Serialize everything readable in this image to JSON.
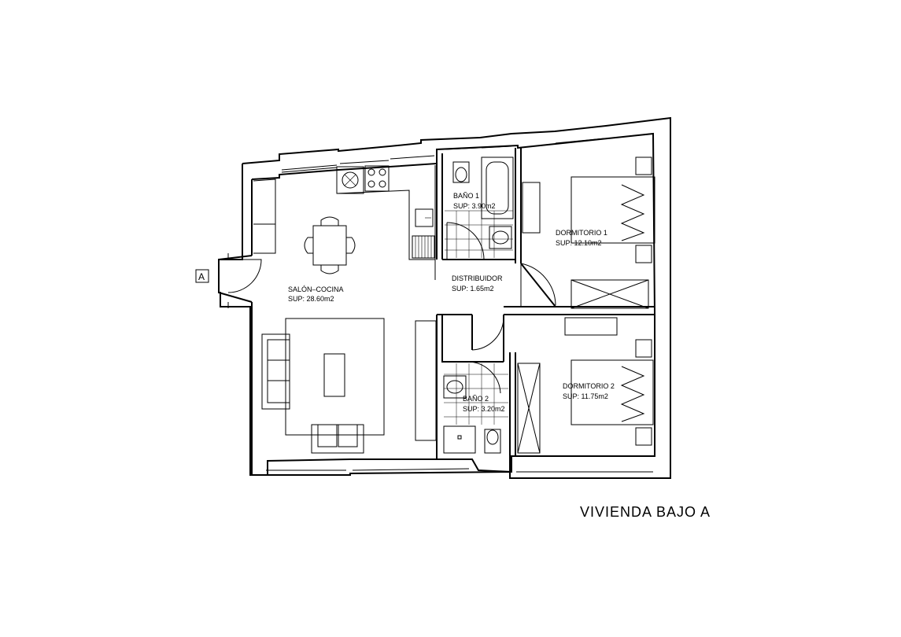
{
  "title": "VIVIENDA BAJO A",
  "entrance_marker": "A",
  "rooms": {
    "salon": {
      "name": "SALÓN–COCINA",
      "area": "SUP: 28.60m2"
    },
    "bano1": {
      "name": "BAÑO 1",
      "area": "SUP: 3.90m2"
    },
    "distribuidor": {
      "name": "DISTRIBUIDOR",
      "area": "SUP: 1.65m2"
    },
    "dormitorio1": {
      "name": "DORMITORIO 1",
      "area": "SUP: 12.10m2"
    },
    "dormitorio2": {
      "name": "DORMITORIO 2",
      "area": "SUP: 11.75m2"
    },
    "bano2": {
      "name": "BAÑO 2",
      "area": "SUP: 3.20m2"
    }
  }
}
